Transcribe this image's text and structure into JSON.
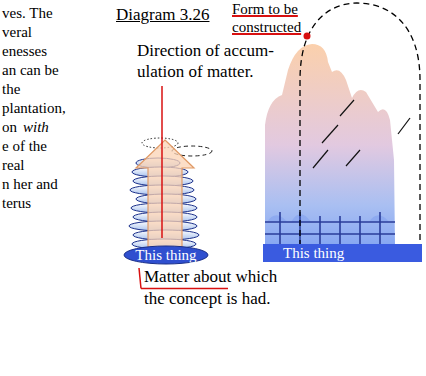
{
  "diagram": {
    "title": "Diagram 3.26",
    "nodes": [
      {
        "text": [
          "This thing"
        ]
      },
      {
        "text": [
          "This thing"
        ]
      }
    ],
    "labels": [
      "ves. The",
      "veral",
      "enesses",
      "an can be",
      "the",
      "plantation,",
      "on",
      "with",
      "e of the",
      "real",
      "n her and",
      "terus",
      "Form to be constructed",
      "Direction of accum- ulation of matter.",
      "Matter about which the concept is had."
    ]
  }
}
